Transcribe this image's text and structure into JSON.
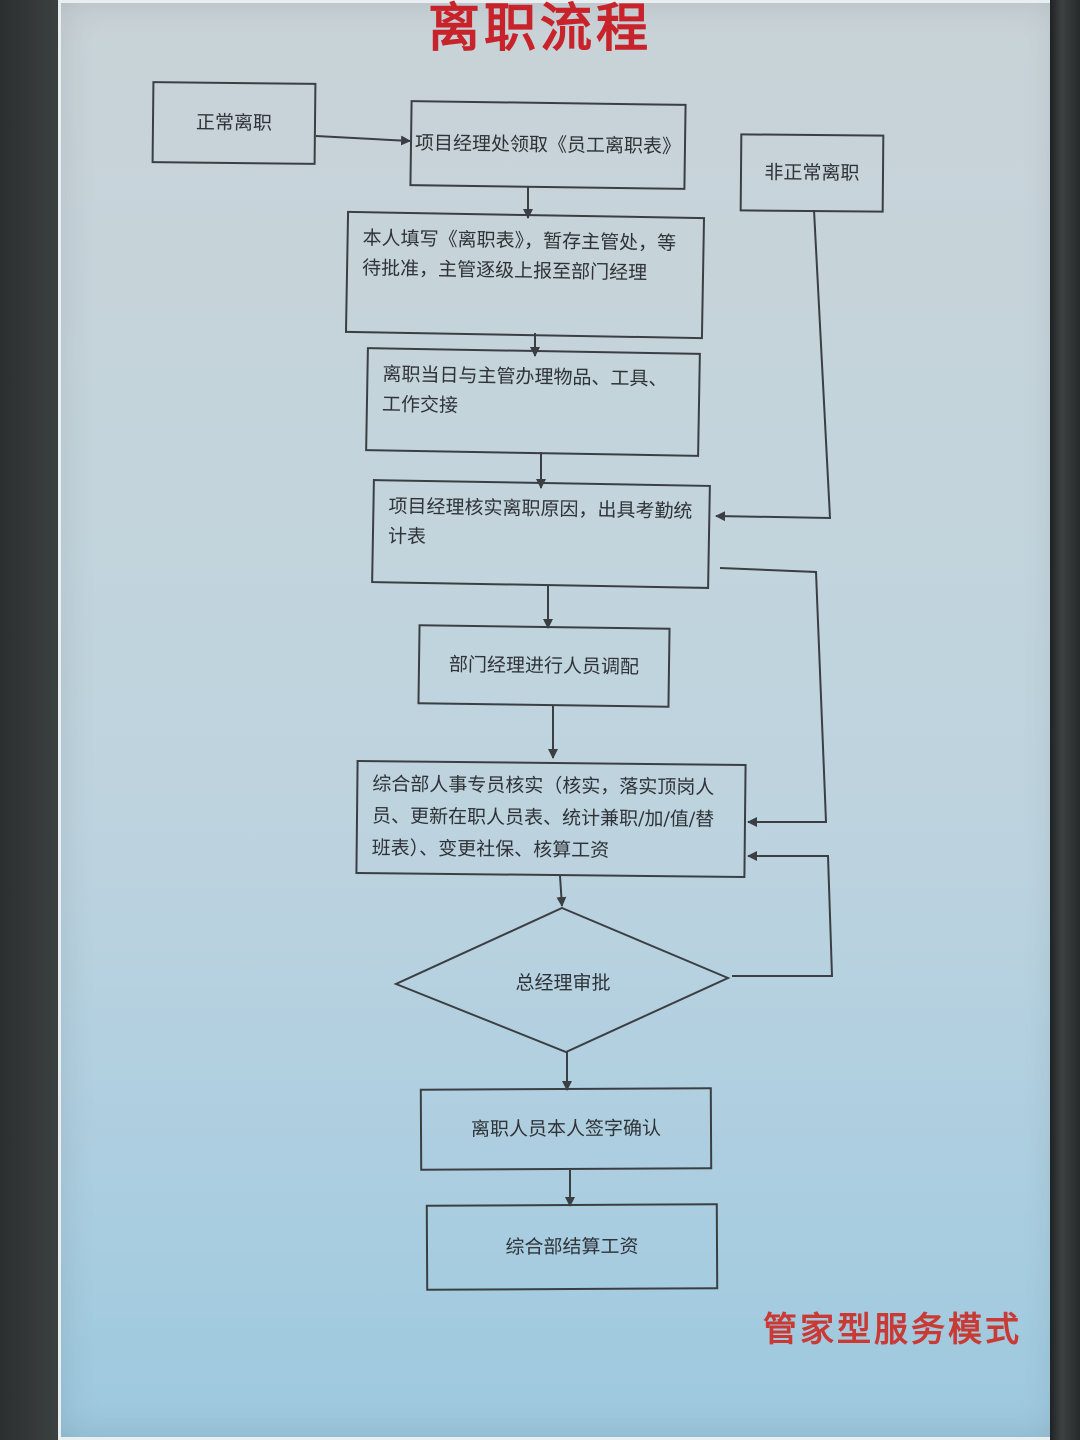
{
  "title": "离职流程",
  "footer": "管家型服务模式",
  "nodes": {
    "normal_resign": "正常离职",
    "abnormal_resign": "非正常离职",
    "get_form": "项目经理处领取《员工离职表》",
    "fill_form": "本人填写《离职表》，暂存主管处，等待批准，主管逐级上报至部门经理",
    "handover": "离职当日与主管办理物品、工具、工作交接",
    "verify_reason": "项目经理核实离职原因，出具考勤统计表",
    "reassign": "部门经理进行人员调配",
    "hr_verify": "综合部人事专员核实（核实，落实顶岗人员、更新在职人员表、统计兼职/加/值/替班表）、变更社保、核算工资",
    "gm_approve": "总经理审批",
    "sign_confirm": "离职人员本人签字确认",
    "settle_salary": "综合部结算工资"
  },
  "colors": {
    "title": "#c8232b",
    "footer": "#c93a35",
    "line": "#3b3f44"
  }
}
